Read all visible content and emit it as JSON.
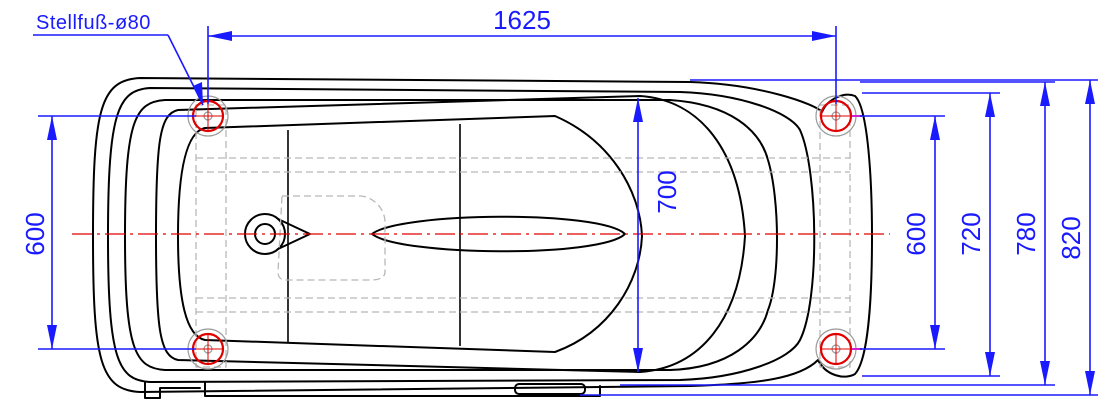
{
  "drawing": {
    "foot_label": "Stellfuß-ø80",
    "dimensions": {
      "overall_length": "1625",
      "inner_width": "700",
      "left_foot_spacing": "600",
      "right_foot_spacing": "600",
      "width_720": "720",
      "width_780": "780",
      "overall_width": "820"
    }
  },
  "colors": {
    "dimension": "#1a1aff",
    "centerline": "#e00000",
    "outline": "#000000",
    "hidden": "#b8b8b8"
  }
}
